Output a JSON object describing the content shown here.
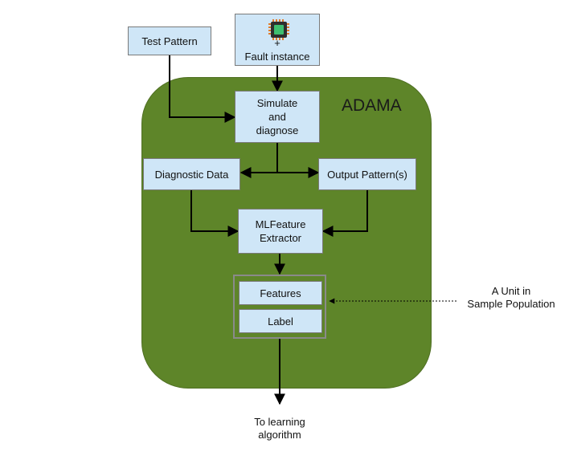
{
  "diagram": {
    "container_label": "ADAMA",
    "nodes": {
      "test_pattern": "Test Pattern",
      "fault_plus": "+",
      "fault_instance": "Fault instance",
      "simulate": [
        "Simulate",
        "and",
        "diagnose"
      ],
      "diagnostic_data": "Diagnostic Data",
      "output_patterns": "Output Pattern(s)",
      "ml_feature": [
        "MLFeature",
        "Extractor"
      ],
      "features": "Features",
      "label": "Label"
    },
    "annotations": {
      "unit": [
        "A Unit in",
        "Sample Population"
      ],
      "learning": [
        "To learning",
        "algorithm"
      ]
    },
    "edges": [
      {
        "from": "test_pattern",
        "to": "simulate"
      },
      {
        "from": "fault_instance",
        "to": "simulate"
      },
      {
        "from": "simulate",
        "to": "diagnostic_data"
      },
      {
        "from": "simulate",
        "to": "output_patterns"
      },
      {
        "from": "diagnostic_data",
        "to": "ml_feature"
      },
      {
        "from": "output_patterns",
        "to": "ml_feature"
      },
      {
        "from": "ml_feature",
        "to": "features"
      },
      {
        "from": "label",
        "to": "learning"
      },
      {
        "from": "unit",
        "to": "features",
        "style": "dotted"
      }
    ],
    "colors": {
      "panel": "#5e8529",
      "box_fill": "#cfe6f7",
      "box_border": "#7a7a7a",
      "arrow": "#000000",
      "chip_body": "#2e2e2e",
      "chip_pins": "#e07a2a",
      "chip_core": "#3fbf6f"
    },
    "icons": {
      "chip": "chip-icon"
    }
  }
}
